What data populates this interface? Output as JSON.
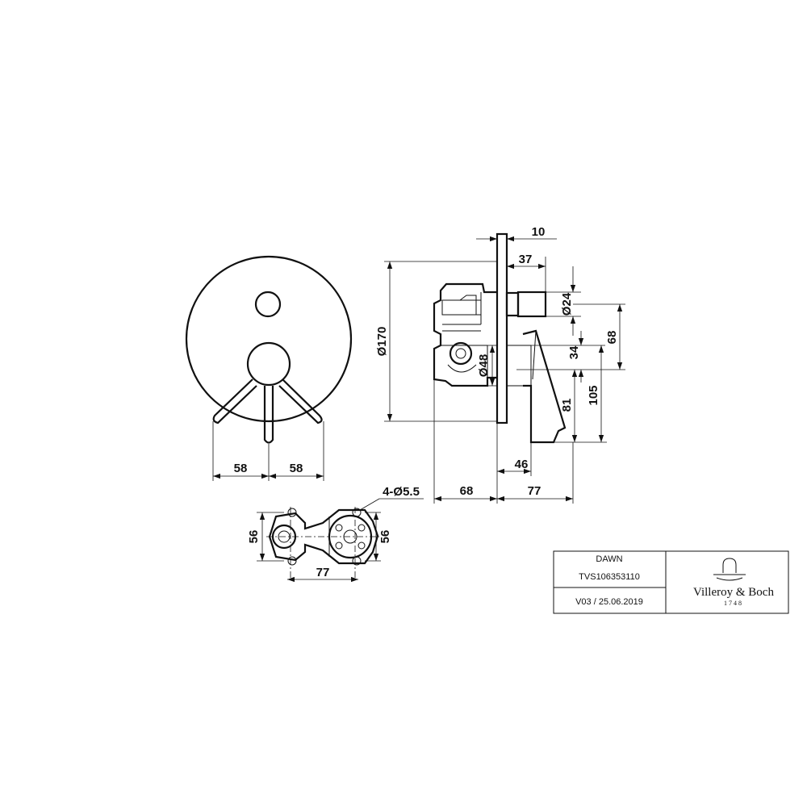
{
  "dimensions": {
    "front_left": "58",
    "front_right": "58",
    "side_top": "10",
    "side_37": "37",
    "side_d170": "Ø170",
    "side_d24": "Ø24",
    "side_68_right": "68",
    "side_34": "34",
    "side_d48": "Ø48",
    "side_105": "105",
    "side_81": "81",
    "side_46": "46",
    "side_68_bottom": "68",
    "side_77_bottom": "77",
    "body_holes": "4-Ø5.5",
    "body_56_left": "56",
    "body_56_right": "56",
    "body_77": "77"
  },
  "title_block": {
    "product": "DAWN",
    "article": "TVS106353110",
    "version": "V03 / 25.06.2019",
    "brand": "Villeroy & Boch",
    "brand_year": "1748"
  }
}
